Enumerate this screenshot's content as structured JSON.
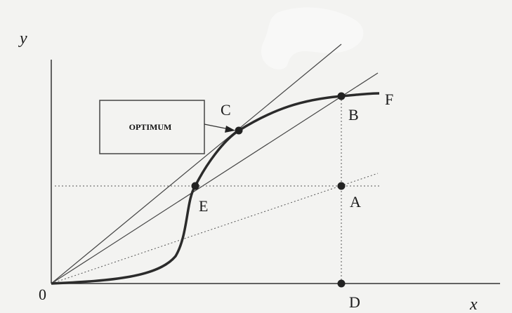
{
  "axes": {
    "y_label": "y",
    "x_label": "x",
    "origin_label": "0"
  },
  "points": {
    "A": "A",
    "B": "B",
    "C": "C",
    "D": "D",
    "E": "E",
    "F": "F"
  },
  "callout": {
    "text": "OPTIMUM"
  },
  "colors": {
    "ink": "#1a1a1a",
    "curve": "#2b2b2b",
    "background": "#f3f3f1"
  }
}
